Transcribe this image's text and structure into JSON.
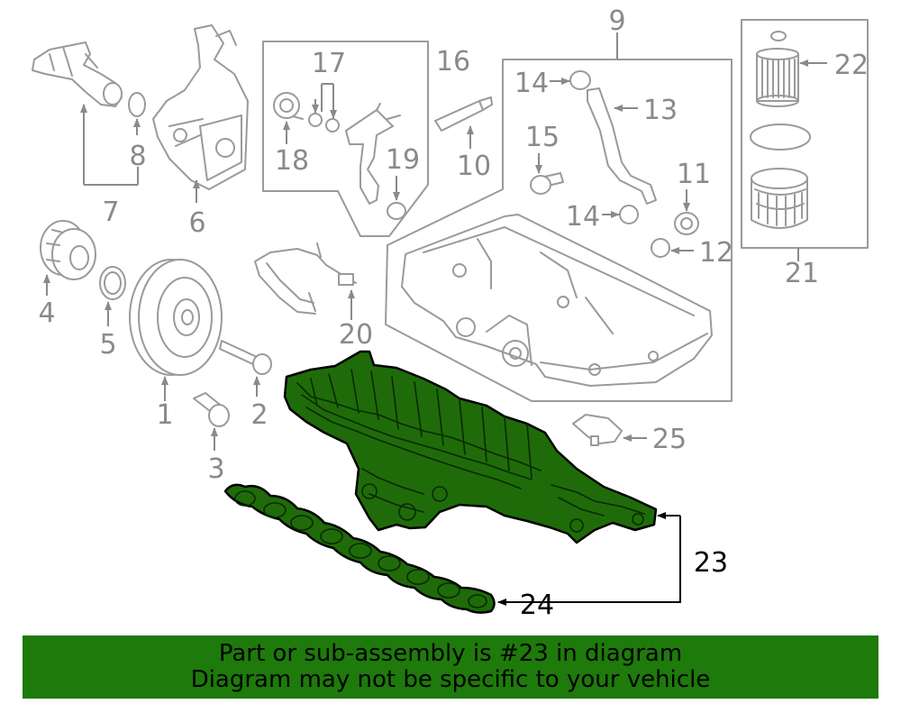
{
  "diagram": {
    "labels": {
      "n1": "1",
      "n2": "2",
      "n3": "3",
      "n4": "4",
      "n5": "5",
      "n6": "6",
      "n7": "7",
      "n8": "8",
      "n9": "9",
      "n10": "10",
      "n11": "11",
      "n12": "12",
      "n13": "13",
      "n14a": "14",
      "n14b": "14",
      "n15": "15",
      "n16": "16",
      "n17": "17",
      "n18": "18",
      "n19": "19",
      "n20": "20",
      "n21": "21",
      "n22": "22",
      "n23": "23",
      "n24": "24",
      "n25": "25"
    },
    "highlight_color": "#1e7a0b"
  },
  "banner": {
    "line1": "Part or sub-assembly is #23 in diagram",
    "line2": "Diagram may not be specific to your vehicle"
  }
}
